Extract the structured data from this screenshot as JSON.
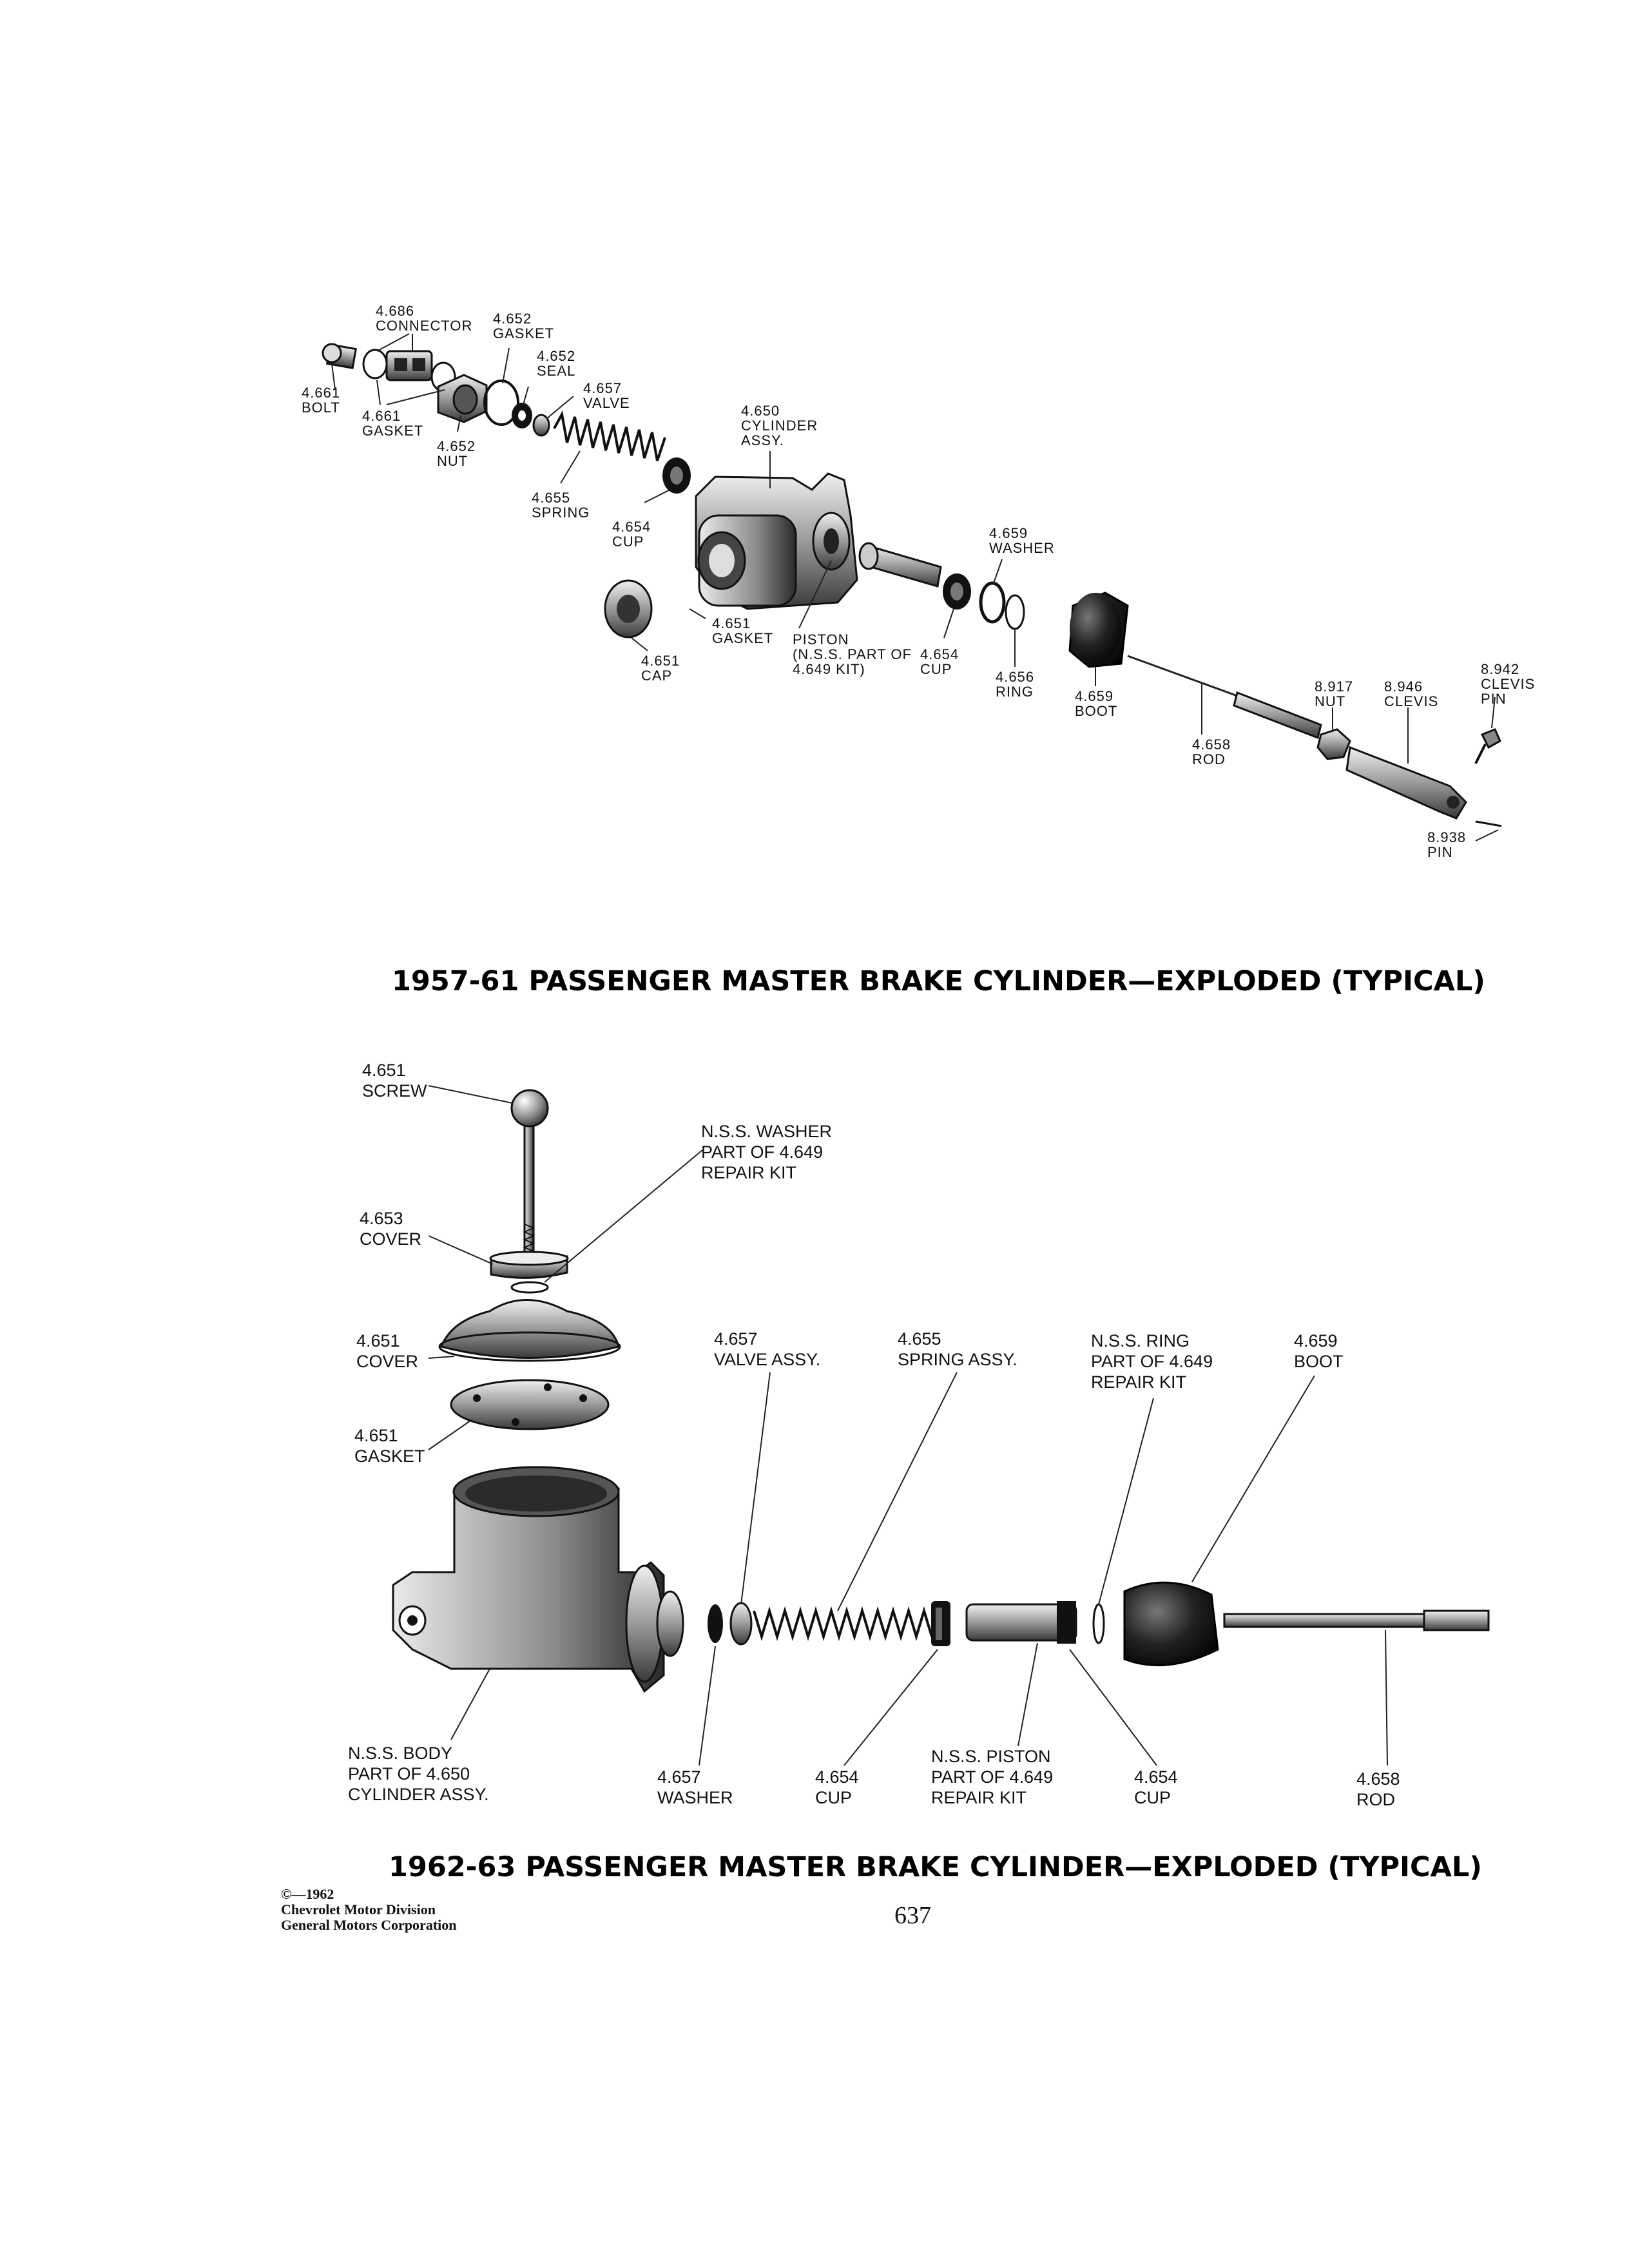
{
  "diagram1": {
    "title": "1957-61 PASSENGER MASTER BRAKE CYLINDER—EXPLODED (TYPICAL)",
    "labels": {
      "connector": [
        "4.686",
        "CONNECTOR"
      ],
      "gasket_top": [
        "4.652",
        "GASKET"
      ],
      "seal": [
        "4.652",
        "SEAL"
      ],
      "valve": [
        "4.657",
        "VALVE"
      ],
      "bolt": [
        "4.661",
        "BOLT"
      ],
      "gasket_small": [
        "4.661",
        "GASKET"
      ],
      "nut_small": [
        "4.652",
        "NUT"
      ],
      "cylinder": [
        "4.650",
        "CYLINDER",
        "ASSY."
      ],
      "spring": [
        "4.655",
        "SPRING"
      ],
      "cup_left": [
        "4.654",
        "CUP"
      ],
      "washer": [
        "4.659",
        "WASHER"
      ],
      "gasket_mid": [
        "4.651",
        "GASKET"
      ],
      "cap": [
        "4.651",
        "CAP"
      ],
      "piston": [
        "PISTON",
        "(N.S.S. PART OF",
        "4.649 KIT)"
      ],
      "cup_right": [
        "4.654",
        "CUP"
      ],
      "ring": [
        "4.656",
        "RING"
      ],
      "boot": [
        "4.659",
        "BOOT"
      ],
      "nut_rod": [
        "8.917",
        "NUT"
      ],
      "clevis": [
        "8.946",
        "CLEVIS"
      ],
      "clevis_pin": [
        "8.942",
        "CLEVIS",
        "PIN"
      ],
      "rod": [
        "4.658",
        "ROD"
      ],
      "pin": [
        "8.938",
        "PIN"
      ]
    }
  },
  "diagram2": {
    "title": "1962-63 PASSENGER MASTER BRAKE CYLINDER—EXPLODED (TYPICAL)",
    "labels": {
      "screw": [
        "4.651",
        "SCREW"
      ],
      "washer_nss": [
        "N.S.S. WASHER",
        "PART OF 4.649",
        "REPAIR KIT"
      ],
      "cover_small": [
        "4.653",
        "COVER"
      ],
      "cover": [
        "4.651",
        "COVER"
      ],
      "gasket": [
        "4.651",
        "GASKET"
      ],
      "valve": [
        "4.657",
        "VALVE ASSY."
      ],
      "spring": [
        "4.655",
        "SPRING ASSY."
      ],
      "ring_nss": [
        "N.S.S. RING",
        "PART OF 4.649",
        "REPAIR KIT"
      ],
      "boot": [
        "4.659",
        "BOOT"
      ],
      "body_nss": [
        "N.S.S. BODY",
        "PART OF 4.650",
        "CYLINDER ASSY."
      ],
      "washer": [
        "4.657",
        "WASHER"
      ],
      "cup_left": [
        "4.654",
        "CUP"
      ],
      "piston_nss": [
        "N.S.S. PISTON",
        "PART OF 4.649",
        "REPAIR KIT"
      ],
      "cup_right": [
        "4.654",
        "CUP"
      ],
      "rod": [
        "4.658",
        "ROD"
      ]
    }
  },
  "footer": {
    "copyright": [
      "©—1962",
      "Chevrolet Motor Division",
      "General Motors Corporation"
    ],
    "page_number": "637"
  }
}
